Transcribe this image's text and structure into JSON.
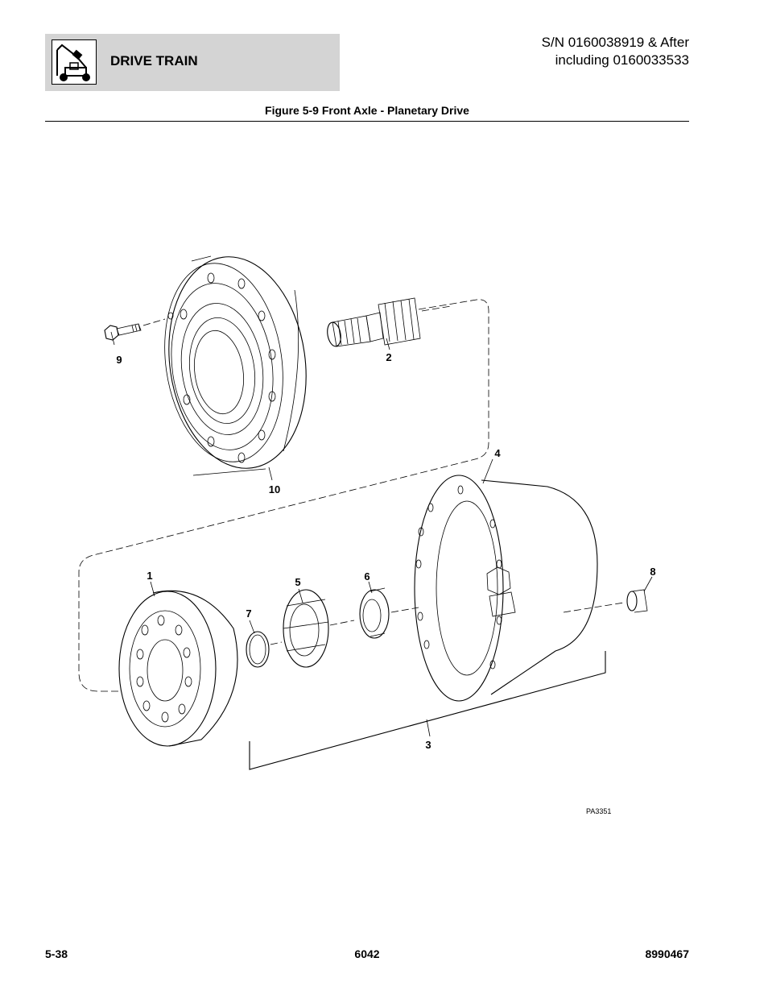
{
  "header": {
    "section": "DRIVE TRAIN",
    "sn_line1": "S/N 0160038919 & After",
    "sn_line2": "including 0160033533",
    "logo_icon": "lift-machine-icon"
  },
  "figure": {
    "title": "Figure 5-9 Front Axle - Planetary Drive",
    "code": "PA3351",
    "callouts": [
      "1",
      "2",
      "3",
      "4",
      "5",
      "6",
      "7",
      "8",
      "9",
      "10"
    ]
  },
  "footer": {
    "page": "5-38",
    "model": "6042",
    "doc_number": "8990467"
  }
}
